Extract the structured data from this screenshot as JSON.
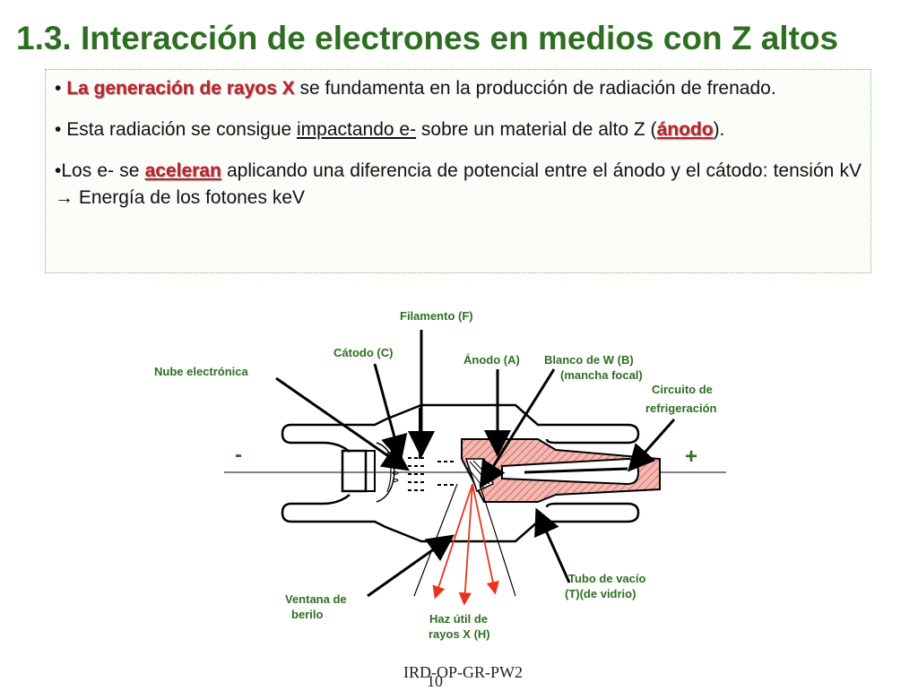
{
  "slide": {
    "title": "1.3. Interacción de electrones en medios con Z altos"
  },
  "bullets": {
    "b1": {
      "marker": "• ",
      "highlight": "La generación de rayos X",
      "rest": "  se fundamenta en la producción de radiación de frenado."
    },
    "b2": {
      "marker": "• ",
      "pre": "Esta radiación se consigue ",
      "underlined": "impactando e-",
      "mid": " sobre un material de alto Z (",
      "highlight": "ánodo",
      "post": ")."
    },
    "b3": {
      "marker": "•",
      "pre": "Los e- se ",
      "highlight": "aceleran",
      "post": " aplicando una diferencia de potencial entre el ánodo y el cátodo: tensión kV ",
      "arrow": "→",
      "tail": " Energía de los fotones keV"
    }
  },
  "diagram": {
    "labels": {
      "filamento": "Filamento (F)",
      "catodo": "Cátodo (C)",
      "nube": "Nube electrónica",
      "anodo": "Ánodo (A)",
      "blanco_1": "Blanco de W (B)",
      "blanco_2": "(mancha focal)",
      "circuito_1": "Circuito de",
      "circuito_2": "refrigeración",
      "minus": "-",
      "plus": "+",
      "ventana_1": "Ventana de",
      "ventana_2": "berilo",
      "haz_1": "Haz útil de",
      "haz_2": "rayos X (H)",
      "tubo_1": "Tubo de vacío",
      "tubo_2": "(T)(de vidrio)"
    },
    "colors": {
      "label_green": "#2e6e22",
      "anode_fill": "#f2b9b3",
      "beam_red": "#e8341c"
    }
  },
  "footer": {
    "code": "IRD-OP-GR-PW2",
    "page": "10"
  }
}
